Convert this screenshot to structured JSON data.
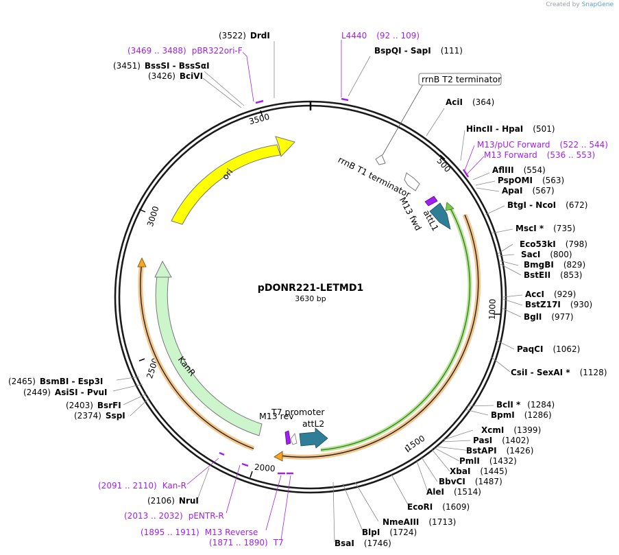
{
  "credit": {
    "created_by": "Created by",
    "app": "SnapGene"
  },
  "plasmid": {
    "name": "pDONR221-LETMD1",
    "length_label": "3630 bp"
  },
  "ticks": [
    "500",
    "1000",
    "1500",
    "2000",
    "2500",
    "3000",
    "3500"
  ],
  "enzymes": [
    {
      "pos": "(3522)",
      "name": "DrdI"
    },
    {
      "pos": "(111)",
      "name": "BspQI  -  SapI"
    },
    {
      "pos": "(3451)",
      "name": "BssSI  -  BssSαI"
    },
    {
      "pos": "(3426)",
      "name": "BciVI"
    },
    {
      "pos": "(364)",
      "name": "AciI"
    },
    {
      "pos": "(501)",
      "name": "HincII  -  HpaI"
    },
    {
      "pos": "(554)",
      "name": "AflIII"
    },
    {
      "pos": "(563)",
      "name": "PspOMI"
    },
    {
      "pos": "(567)",
      "name": "ApaI"
    },
    {
      "pos": "(672)",
      "name": "BtgI  -  NcoI"
    },
    {
      "pos": "(735)",
      "name": "MscI *"
    },
    {
      "pos": "(798)",
      "name": "Eco53kI"
    },
    {
      "pos": "(800)",
      "name": "SacI"
    },
    {
      "pos": "(829)",
      "name": "BmgBI"
    },
    {
      "pos": "(853)",
      "name": "BstEII"
    },
    {
      "pos": "(929)",
      "name": "AccI"
    },
    {
      "pos": "(930)",
      "name": "BstZ17I"
    },
    {
      "pos": "(977)",
      "name": "BglI"
    },
    {
      "pos": "(1062)",
      "name": "PaqCI"
    },
    {
      "pos": "(1128)",
      "name": "CsiI  -  SexAI *"
    },
    {
      "pos": "(1284)",
      "name": "BclI *"
    },
    {
      "pos": "(1286)",
      "name": "BpmI"
    },
    {
      "pos": "(1399)",
      "name": "XcmI"
    },
    {
      "pos": "(1402)",
      "name": "PasI"
    },
    {
      "pos": "(1426)",
      "name": "BstAPI"
    },
    {
      "pos": "(1432)",
      "name": "PmlI"
    },
    {
      "pos": "(1445)",
      "name": "XbaI"
    },
    {
      "pos": "(1487)",
      "name": "BbvCI"
    },
    {
      "pos": "(1514)",
      "name": "AleI"
    },
    {
      "pos": "(1609)",
      "name": "EcoRI"
    },
    {
      "pos": "(1713)",
      "name": "NmeAIII"
    },
    {
      "pos": "(1724)",
      "name": "BlpI"
    },
    {
      "pos": "(1746)",
      "name": "BsaI"
    },
    {
      "pos": "(2106)",
      "name": "NruI"
    },
    {
      "pos": "(2374)",
      "name": "SspI"
    },
    {
      "pos": "(2403)",
      "name": "BsrFI"
    },
    {
      "pos": "(2449)",
      "name": "AsiSI  -  PvuI"
    },
    {
      "pos": "(2465)",
      "name": "BsmBI  -  Esp3I"
    }
  ],
  "primers": [
    {
      "name": "pBR322ori-F",
      "range": "(3469 .. 3488)"
    },
    {
      "name": "L4440",
      "range": "(92 .. 109)"
    },
    {
      "name": "M13/pUC Forward",
      "range": "(522 .. 544)"
    },
    {
      "name": "M13 Forward",
      "range": "(536 .. 553)"
    },
    {
      "name": "Kan-R",
      "range": "(2091 .. 2110)"
    },
    {
      "name": "pENTR-R",
      "range": "(2013 .. 2032)"
    },
    {
      "name": "M13 Reverse",
      "range": "(1895 .. 1911)"
    },
    {
      "name": "T7",
      "range": "(1871 .. 1890)"
    }
  ],
  "features": {
    "ori": "ori",
    "kanr": "KanR",
    "rrnb_t2": "rrnB T2 terminator",
    "rrnb_t1": "rrnB T1 terminator",
    "m13_fwd": "M13 fwd",
    "attl1": "attL1",
    "t7_promoter": "T7 promoter",
    "m13_rev": "M13 rev",
    "attl2": "attL2"
  },
  "colors": {
    "backbone": "#1a1a1a",
    "ori": "#ffff00",
    "kanr": "#ccf5cc",
    "att": "#2e7e97",
    "primer": "#a020f0",
    "orf_orange": "#f5a623",
    "orf_green": "#7ec850"
  }
}
